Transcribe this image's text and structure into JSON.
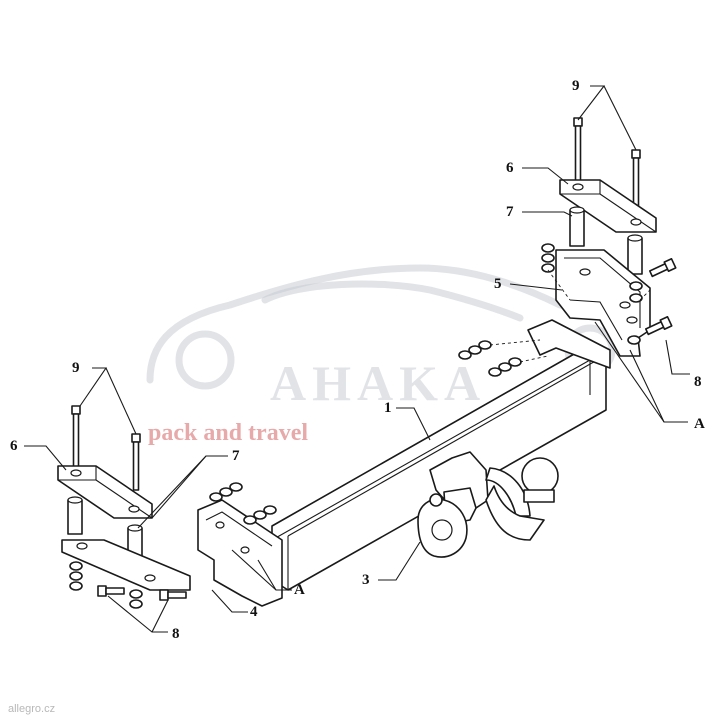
{
  "watermark": {
    "brand": "AHAKA",
    "tagline": "pack and travel",
    "corner": "allegro.cz"
  },
  "callouts": {
    "c1": "1",
    "c3": "3",
    "c4": "4",
    "c5": "5",
    "c6_left": "6",
    "c6_right": "6",
    "c7_left": "7",
    "c7_right": "7",
    "c8_left": "8",
    "c8_right": "8",
    "c9_left": "9",
    "c9_right": "9",
    "a_left": "A",
    "a_right": "A"
  },
  "colors": {
    "line": "#1a1a1a",
    "watermark_grey": "#c9ccd3",
    "watermark_red": "#e7a9a9"
  }
}
